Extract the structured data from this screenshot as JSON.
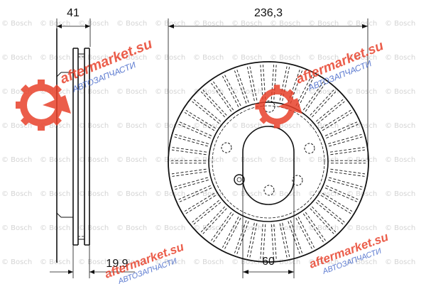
{
  "diagram": {
    "dimensions": {
      "total_thickness": "41",
      "outer_diameter": "236,3",
      "min_thickness": "19,9",
      "center_bore": "60"
    },
    "watermark": {
      "label": "© Bosch"
    },
    "brand": {
      "name": "aftermarket.su",
      "subtitle": "АВТОЗАПЧАСТИ",
      "color_red": "#e8402a",
      "color_blue": "#3f63c8"
    }
  }
}
